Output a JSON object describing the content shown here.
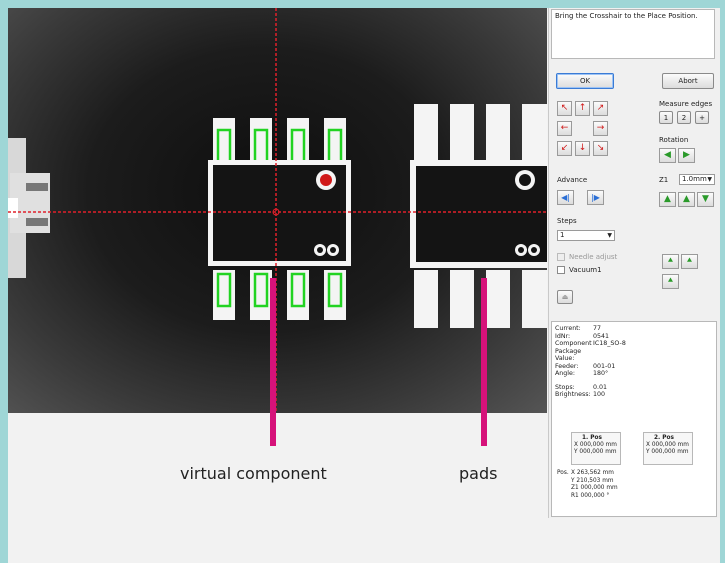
{
  "camera_view": {
    "annotations": {
      "virtual_component_label": "virtual component",
      "pads_label": "pads"
    },
    "colors": {
      "crosshair": "#e0202a",
      "annotation_line": "#d6127a",
      "pad_outline_green": "#22d322",
      "pad_fill": "#f4f4f4"
    }
  },
  "panel": {
    "instruction": "Bring the Crosshair to the Place Position.",
    "ok_label": "OK",
    "abort_label": "Abort",
    "measure_edges": {
      "label": "Measure edges",
      "buttons": [
        "1",
        "2",
        "+"
      ]
    },
    "rotation_label": "Rotation",
    "advance_label": "Advance",
    "step_dropdown": {
      "label": "Z1",
      "value": "1.0mm"
    },
    "steps": {
      "label": "Steps",
      "value": "1"
    },
    "needle_adjust_label": "Needle adjust",
    "vacuum_label": "Vacuum1"
  },
  "info": {
    "current": {
      "k": "Current:",
      "v": "77"
    },
    "id": {
      "k": "IdNr:",
      "v": "0541"
    },
    "component": {
      "k": "Component",
      "v": "IC18_SO-8"
    },
    "package": {
      "k": "Package",
      "v": ""
    },
    "value": {
      "k": "Value:",
      "v": ""
    },
    "feeder": {
      "k": "Feeder:",
      "v": "001-01"
    },
    "angle": {
      "k": "Angle:",
      "v": "180°"
    },
    "stops": {
      "k": "Stops:",
      "v": "0.01"
    },
    "brightness": {
      "k": "Brightness:",
      "v": "100"
    },
    "pos1": {
      "title": "1. Pos",
      "x": "X 000,000 mm",
      "y": "Y 000,000 mm"
    },
    "pos2": {
      "title": "2. Pos",
      "x": "X 000,000 mm",
      "y": "Y 000,000 mm"
    },
    "pos": {
      "k": "Pos.",
      "x": "X 263,562 mm",
      "y": "Y 210,503 mm",
      "z1": "Z1 000,000 mm",
      "r1": "R1 000,000 °"
    }
  }
}
